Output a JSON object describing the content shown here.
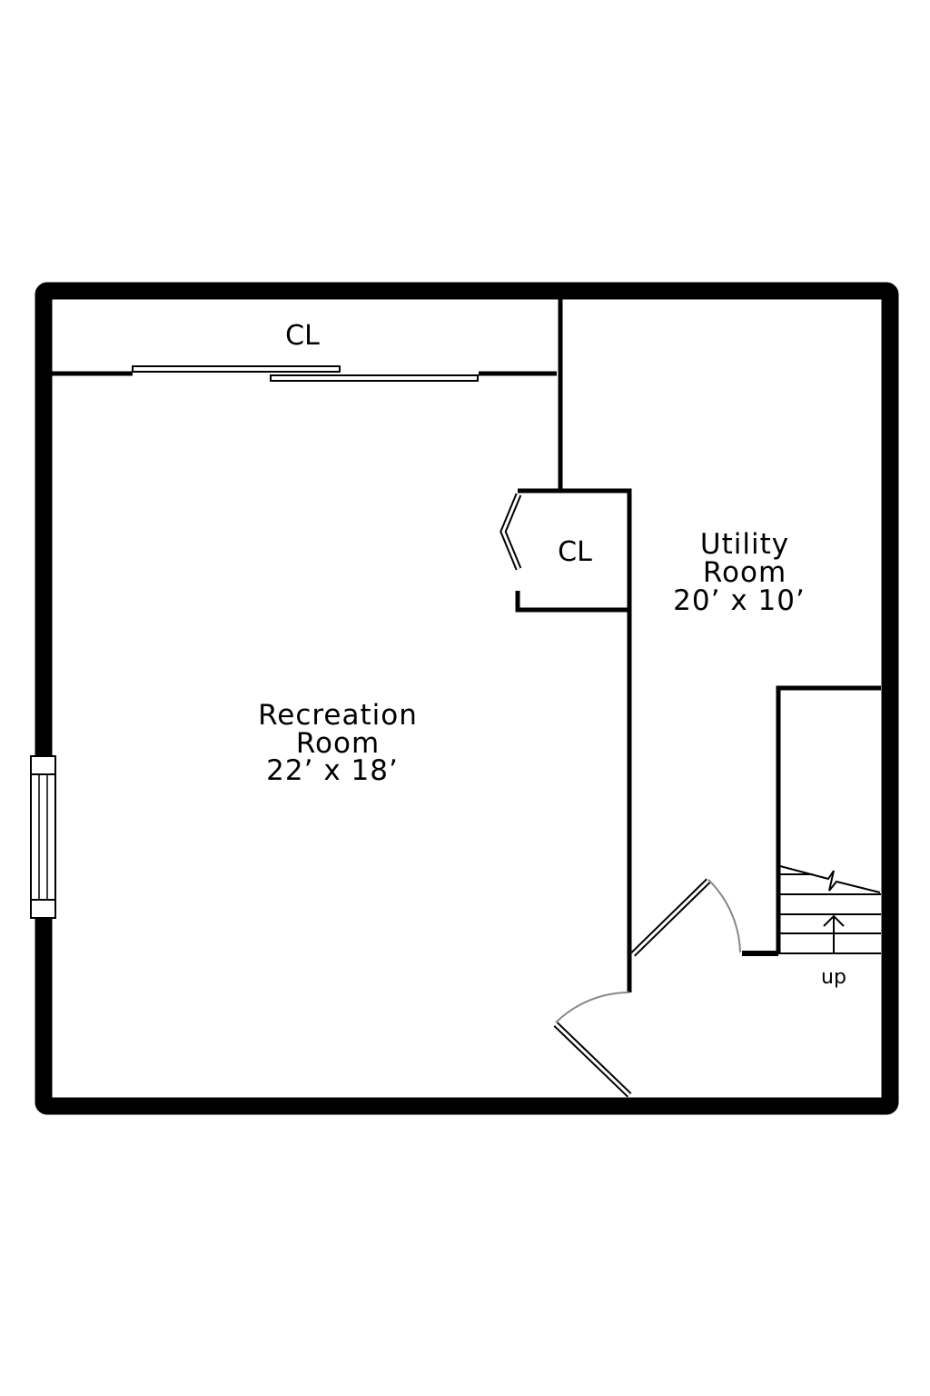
{
  "rooms": {
    "closet_top": {
      "label": "CL"
    },
    "closet_small": {
      "label": "CL"
    },
    "utility": {
      "name_line1": "Utility",
      "name_line2": "Room",
      "dimensions": "20’ x 10’"
    },
    "recreation": {
      "name_line1": "Recreation",
      "name_line2": "Room",
      "dimensions": "22’ x 18’"
    }
  },
  "stairs": {
    "label": "up"
  },
  "colors": {
    "wall": "#000000",
    "door_arc": "#888888",
    "background": "#ffffff"
  }
}
